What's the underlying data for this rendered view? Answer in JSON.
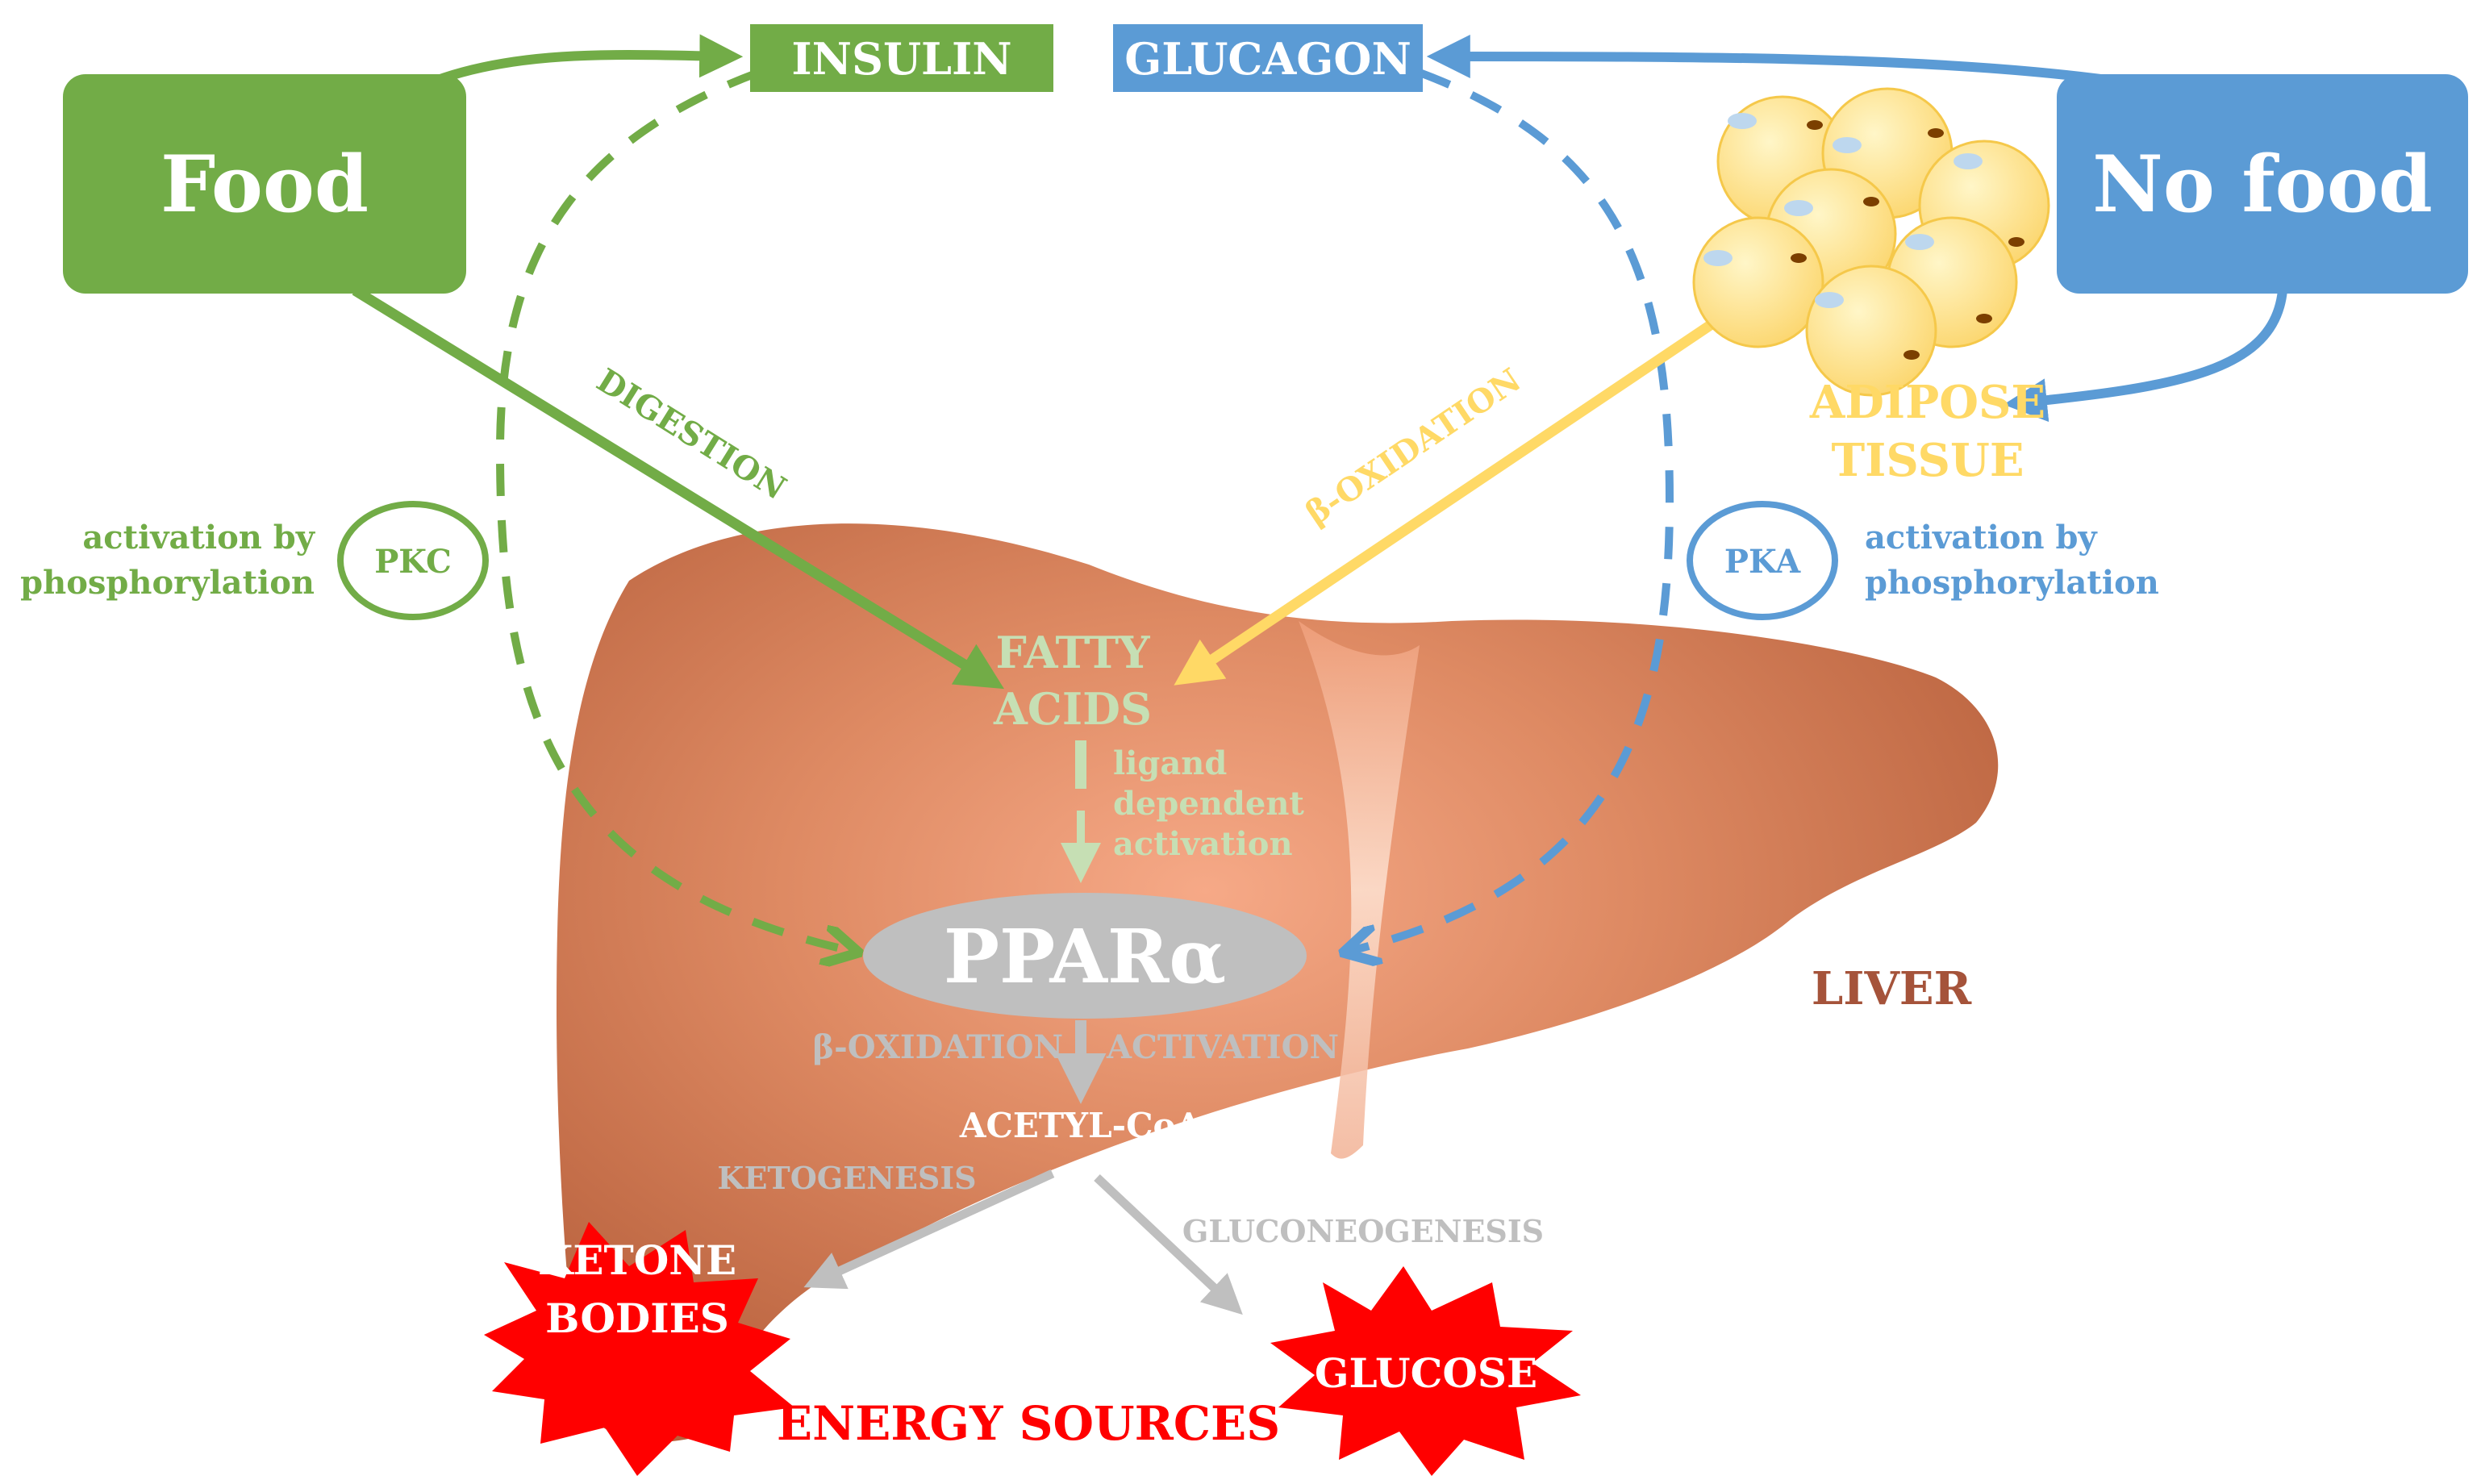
{
  "hormones": {
    "insulin": "INSULIN",
    "glucagon": "GLUCAGON"
  },
  "states": {
    "fed": "Food",
    "fasted": "No food"
  },
  "tissue": {
    "adipose_line1": "ADIPOSE",
    "adipose_line2": "TISSUE",
    "liver": "LIVER"
  },
  "processes": {
    "digestion": "DIGESTION",
    "beta_ox_adipose": "β-OXIDATION",
    "beta_ox_liver": "β-OXIDATION",
    "activation": "ACTIVATION",
    "ketogenesis": "KETOGENESIS",
    "gluconeogenesis": "GLUCONEOGENESIS"
  },
  "kinases": {
    "pkc": {
      "label": "PKC",
      "note_line1": "activation by",
      "note_line2": "phosphorylation"
    },
    "pka": {
      "label": "PKA",
      "note_line1": "activation by",
      "note_line2": "phosphorylation"
    }
  },
  "molecules": {
    "fatty_acids_line1": "FATTY",
    "fatty_acids_line2": "ACIDS",
    "ligand_line1": "ligand",
    "ligand_line2": "dependent",
    "ligand_line3": "activation",
    "ppar": "PPARα",
    "acetyl_coa": "ACETYL-CoA"
  },
  "products": {
    "ketone_line1": "KETONE",
    "ketone_line2": "BODIES",
    "glucose": "GLUCOSE",
    "energy_sources": "ENERGY SOURCES"
  },
  "colors": {
    "green": "#72ac47",
    "blue": "#5b9bd5",
    "yellow": "#ffd966",
    "liver": "#c8704a",
    "grey": "#bfbfbf",
    "red": "#ff0000",
    "liver_label": "#a5533a"
  }
}
